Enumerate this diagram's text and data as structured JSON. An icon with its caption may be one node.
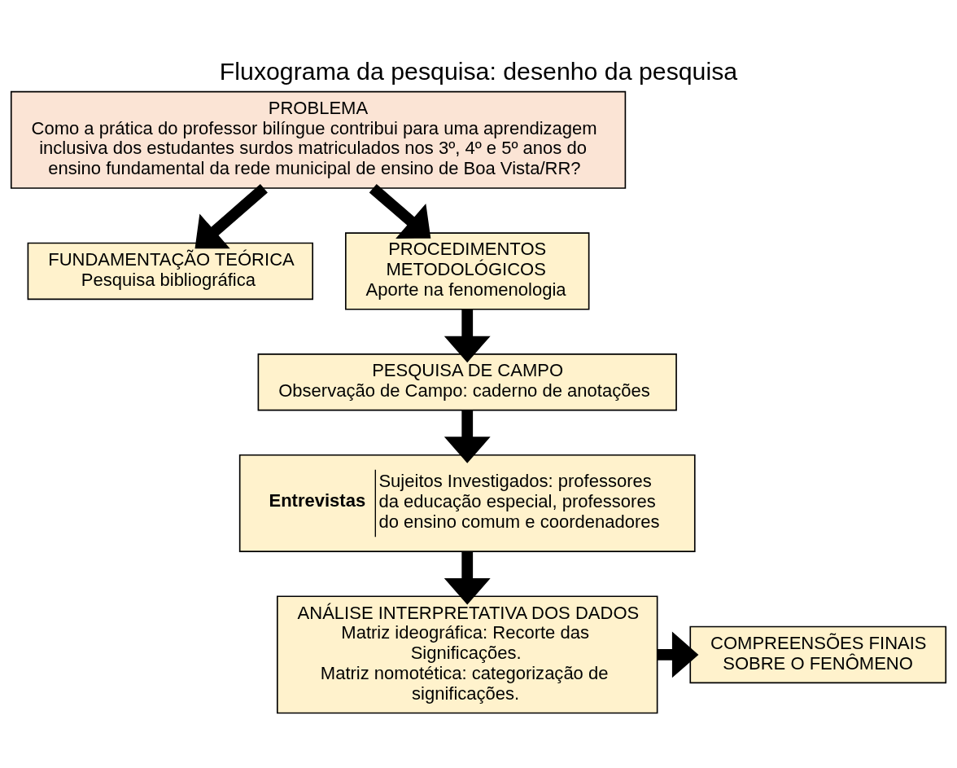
{
  "diagram": {
    "title": "Fluxograma da pesquisa: desenho da pesquisa",
    "nodes": [
      {
        "text": [
          "PROBLEMA",
          "Como a prática do professor bilíngue contribui para uma aprendizagem inclusiva dos estudantes surdos matriculados nos 3º, 4º e 5º anos do ensino fundamental da rede municipal de ensino de Boa Vista/RR?"
        ]
      },
      {
        "text": [
          "FUNDAMENTAÇÃO TEÓRICA",
          "Pesquisa bibliográfica"
        ]
      },
      {
        "text": [
          "PROCEDIMENTOS METODOLÓGICOS",
          "Aporte na fenomenologia"
        ]
      },
      {
        "text": [
          "PESQUISA DE CAMPO",
          "Observação de Campo: caderno de anotações"
        ]
      },
      {
        "text": [
          "Entrevistas",
          "Sujeitos Investigados: professores da educação especial, professores do ensino comum e coordenadores"
        ]
      },
      {
        "text": [
          "ANÁLISE INTERPRETATIVA DOS DADOS",
          "Matriz ideográfica: Recorte das Significações.",
          "Matriz nomotética: categorização de significações."
        ]
      },
      {
        "text": [
          "COMPREENSÕES FINAIS SOBRE O FENÔMENO"
        ]
      }
    ],
    "edges": [
      {
        "from": 0,
        "to": 1,
        "arrow": "to"
      },
      {
        "from": 0,
        "to": 2,
        "arrow": "to"
      },
      {
        "from": 2,
        "to": 3,
        "arrow": "to"
      },
      {
        "from": 3,
        "to": 4,
        "arrow": "to"
      },
      {
        "from": 4,
        "to": 5,
        "arrow": "to"
      },
      {
        "from": 5,
        "to": 6,
        "arrow": "to"
      }
    ]
  }
}
